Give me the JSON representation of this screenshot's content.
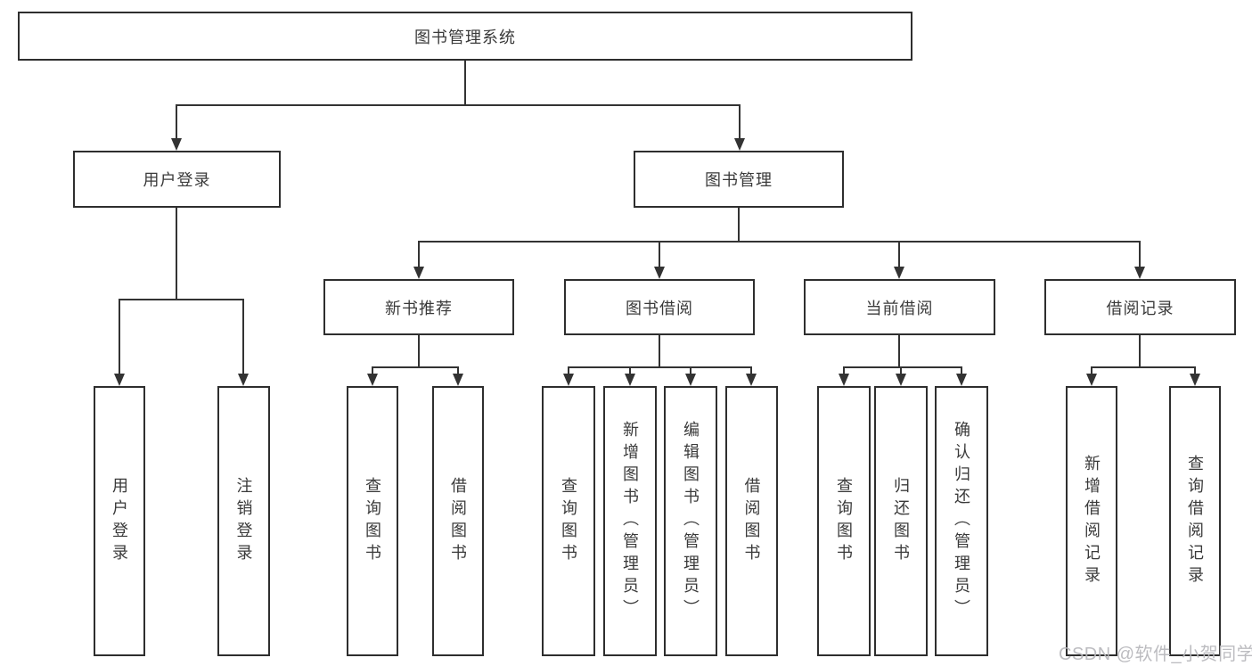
{
  "colors": {
    "line": "#333333",
    "box_border": "#2e2e2e",
    "box_fill": "#ffffff",
    "text": "#3a3a3a",
    "watermark": "#b7b7bb",
    "background": "#ffffff"
  },
  "watermark": {
    "text": "CSDN @软件_小贺同学"
  },
  "nodes": {
    "root": {
      "label": "图书管理系统"
    },
    "branches": [
      {
        "label": "用户登录",
        "children": [
          {
            "label": "用户登录"
          },
          {
            "label": "注销登录"
          }
        ]
      },
      {
        "label": "图书管理",
        "children": [
          {
            "label": "新书推荐",
            "children": [
              {
                "label": "查询图书"
              },
              {
                "label": "借阅图书"
              }
            ]
          },
          {
            "label": "图书借阅",
            "children": [
              {
                "label": "查询图书"
              },
              {
                "label": "新增图书（管理员）"
              },
              {
                "label": "编辑图书（管理员）"
              },
              {
                "label": "借阅图书"
              }
            ]
          },
          {
            "label": "当前借阅",
            "children": [
              {
                "label": "查询图书"
              },
              {
                "label": "归还图书"
              },
              {
                "label": "确认归还（管理员）"
              }
            ]
          },
          {
            "label": "借阅记录",
            "children": [
              {
                "label": "新增借阅记录"
              },
              {
                "label": "查询借阅记录"
              }
            ]
          }
        ]
      }
    ]
  }
}
